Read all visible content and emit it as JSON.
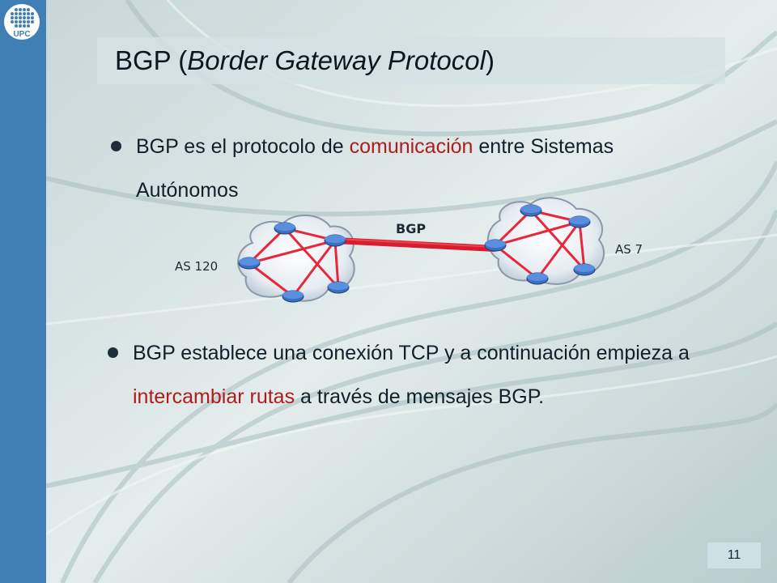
{
  "logo": {
    "text": "UPC"
  },
  "slide": {
    "title_prefix": "BGP (",
    "title_italic": "Border Gateway Protocol",
    "title_suffix": ")",
    "bullets": [
      {
        "before": "BGP es el protocolo de ",
        "highlight": "comunicación",
        "after": " entre Sistemas Autónomos"
      },
      {
        "before": "BGP establece una conexión TCP y a continuación empieza a ",
        "highlight": "intercambiar rutas",
        "after": " a través de mensajes BGP."
      }
    ],
    "page_number": "11"
  },
  "diagram": {
    "link_label": "BGP",
    "as_left": "AS 120",
    "as_right": "AS 7"
  },
  "colors": {
    "sidebar": "#3f7fb5",
    "highlight": "#b01c1c",
    "link": "#e8283a",
    "router": "#3b6fbf"
  }
}
